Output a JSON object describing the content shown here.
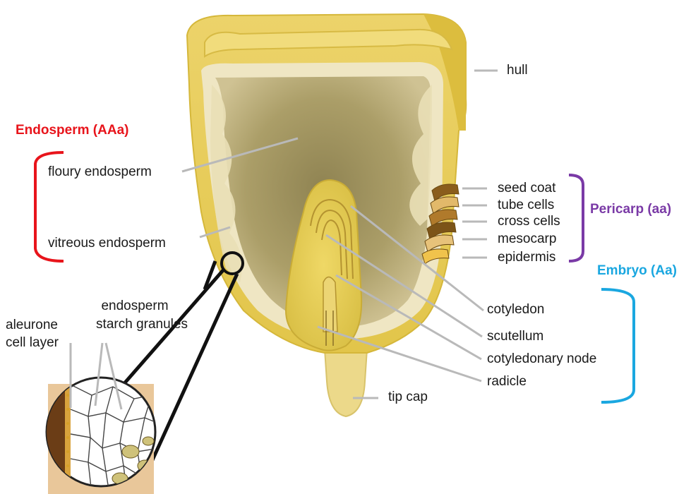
{
  "groups": {
    "endosperm": {
      "title": "Endosperm (AAa)",
      "color": "#e8141b"
    },
    "pericarp": {
      "title": "Pericarp (aa)",
      "color": "#7a3aa6"
    },
    "embryo": {
      "title": "Embryo (Aa)",
      "color": "#1aa7e0"
    }
  },
  "labels": {
    "hull": "hull",
    "floury_endosperm": "floury endosperm",
    "vitreous_endosperm": "vitreous endosperm",
    "seed_coat": "seed coat",
    "tube_cells": "tube cells",
    "cross_cells": "cross cells",
    "mesocarp": "mesocarp",
    "epidermis": "epidermis",
    "cotyledon": "cotyledon",
    "scutellum": "scutellum",
    "cotyledonary_node": "cotyledonary node",
    "radicle": "radicle",
    "tip_cap": "tip cap",
    "endosperm_starch_1": "endosperm",
    "endosperm_starch_2": "starch granules",
    "aleurone_1": "aleurone",
    "aleurone_2": "cell layer"
  },
  "colors": {
    "hull": "#e6cd57",
    "hull_dark": "#d9bb3c",
    "interior": "#a89a63",
    "interior_light": "#c9bd86",
    "vitreous": "#ece3bf",
    "embryo": "#e3cc56",
    "tip_cap": "#ecd98a",
    "leader": "#b9b9b9"
  }
}
